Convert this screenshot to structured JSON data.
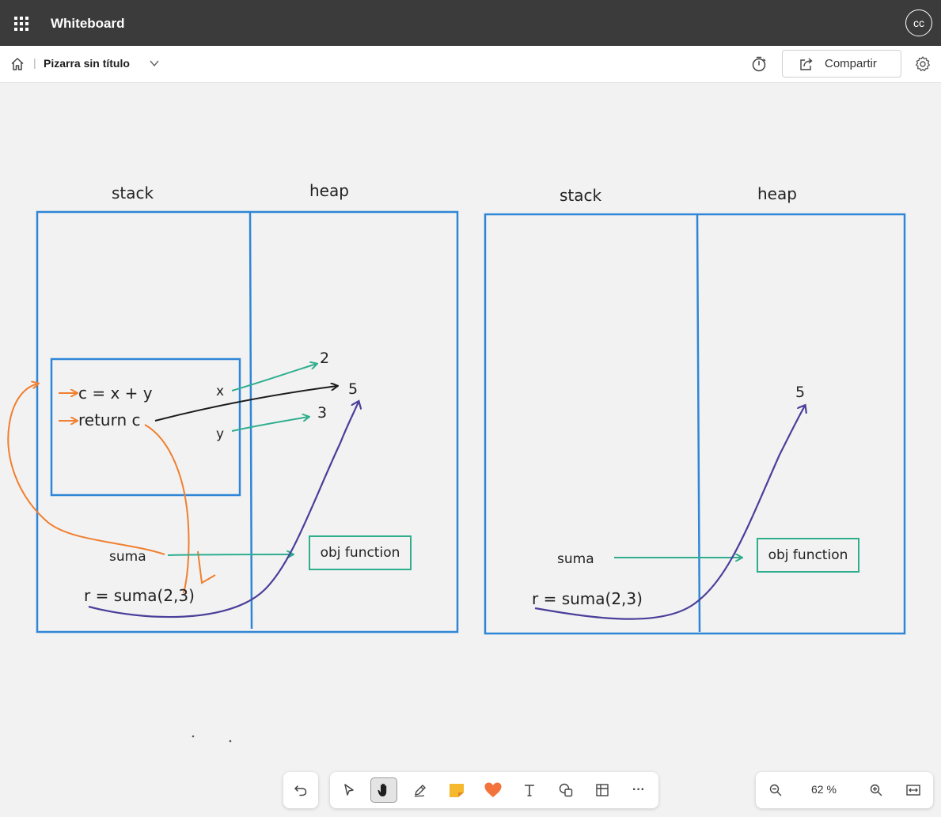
{
  "app": {
    "title": "Whiteboard",
    "user_initials": "cc"
  },
  "command_bar": {
    "board_name": "Pizarra sin título",
    "share_label": "Compartir"
  },
  "canvas": {
    "left_diagram": {
      "stack_label": "stack",
      "heap_label": "heap",
      "frame_line1": "c = x + y",
      "frame_line2": "return c",
      "param_x": "x",
      "param_y": "y",
      "value_2": "2",
      "value_5": "5",
      "value_3": "3",
      "var_suma": "suma",
      "call": "r = suma(2,3)",
      "obj": "obj function"
    },
    "right_diagram": {
      "stack_label": "stack",
      "heap_label": "heap",
      "value_5": "5",
      "var_suma": "suma",
      "call": "r = suma(2,3)",
      "obj": "obj function"
    },
    "ink_colors": {
      "frame_blue": "#2f86d6",
      "orange": "#f07f2f",
      "teal": "#2fae8e",
      "purple": "#4a3f9a",
      "black": "#1c1c1c"
    }
  },
  "toolbar": {
    "tools": [
      "undo-icon",
      "select-icon",
      "pan-icon",
      "pen-icon",
      "sticky-note-icon",
      "reaction-icon",
      "text-icon",
      "shapes-icon",
      "table-icon",
      "more-icon"
    ],
    "active_tool": "pan-icon",
    "more_label": "···",
    "zoom_level": "62 %"
  }
}
